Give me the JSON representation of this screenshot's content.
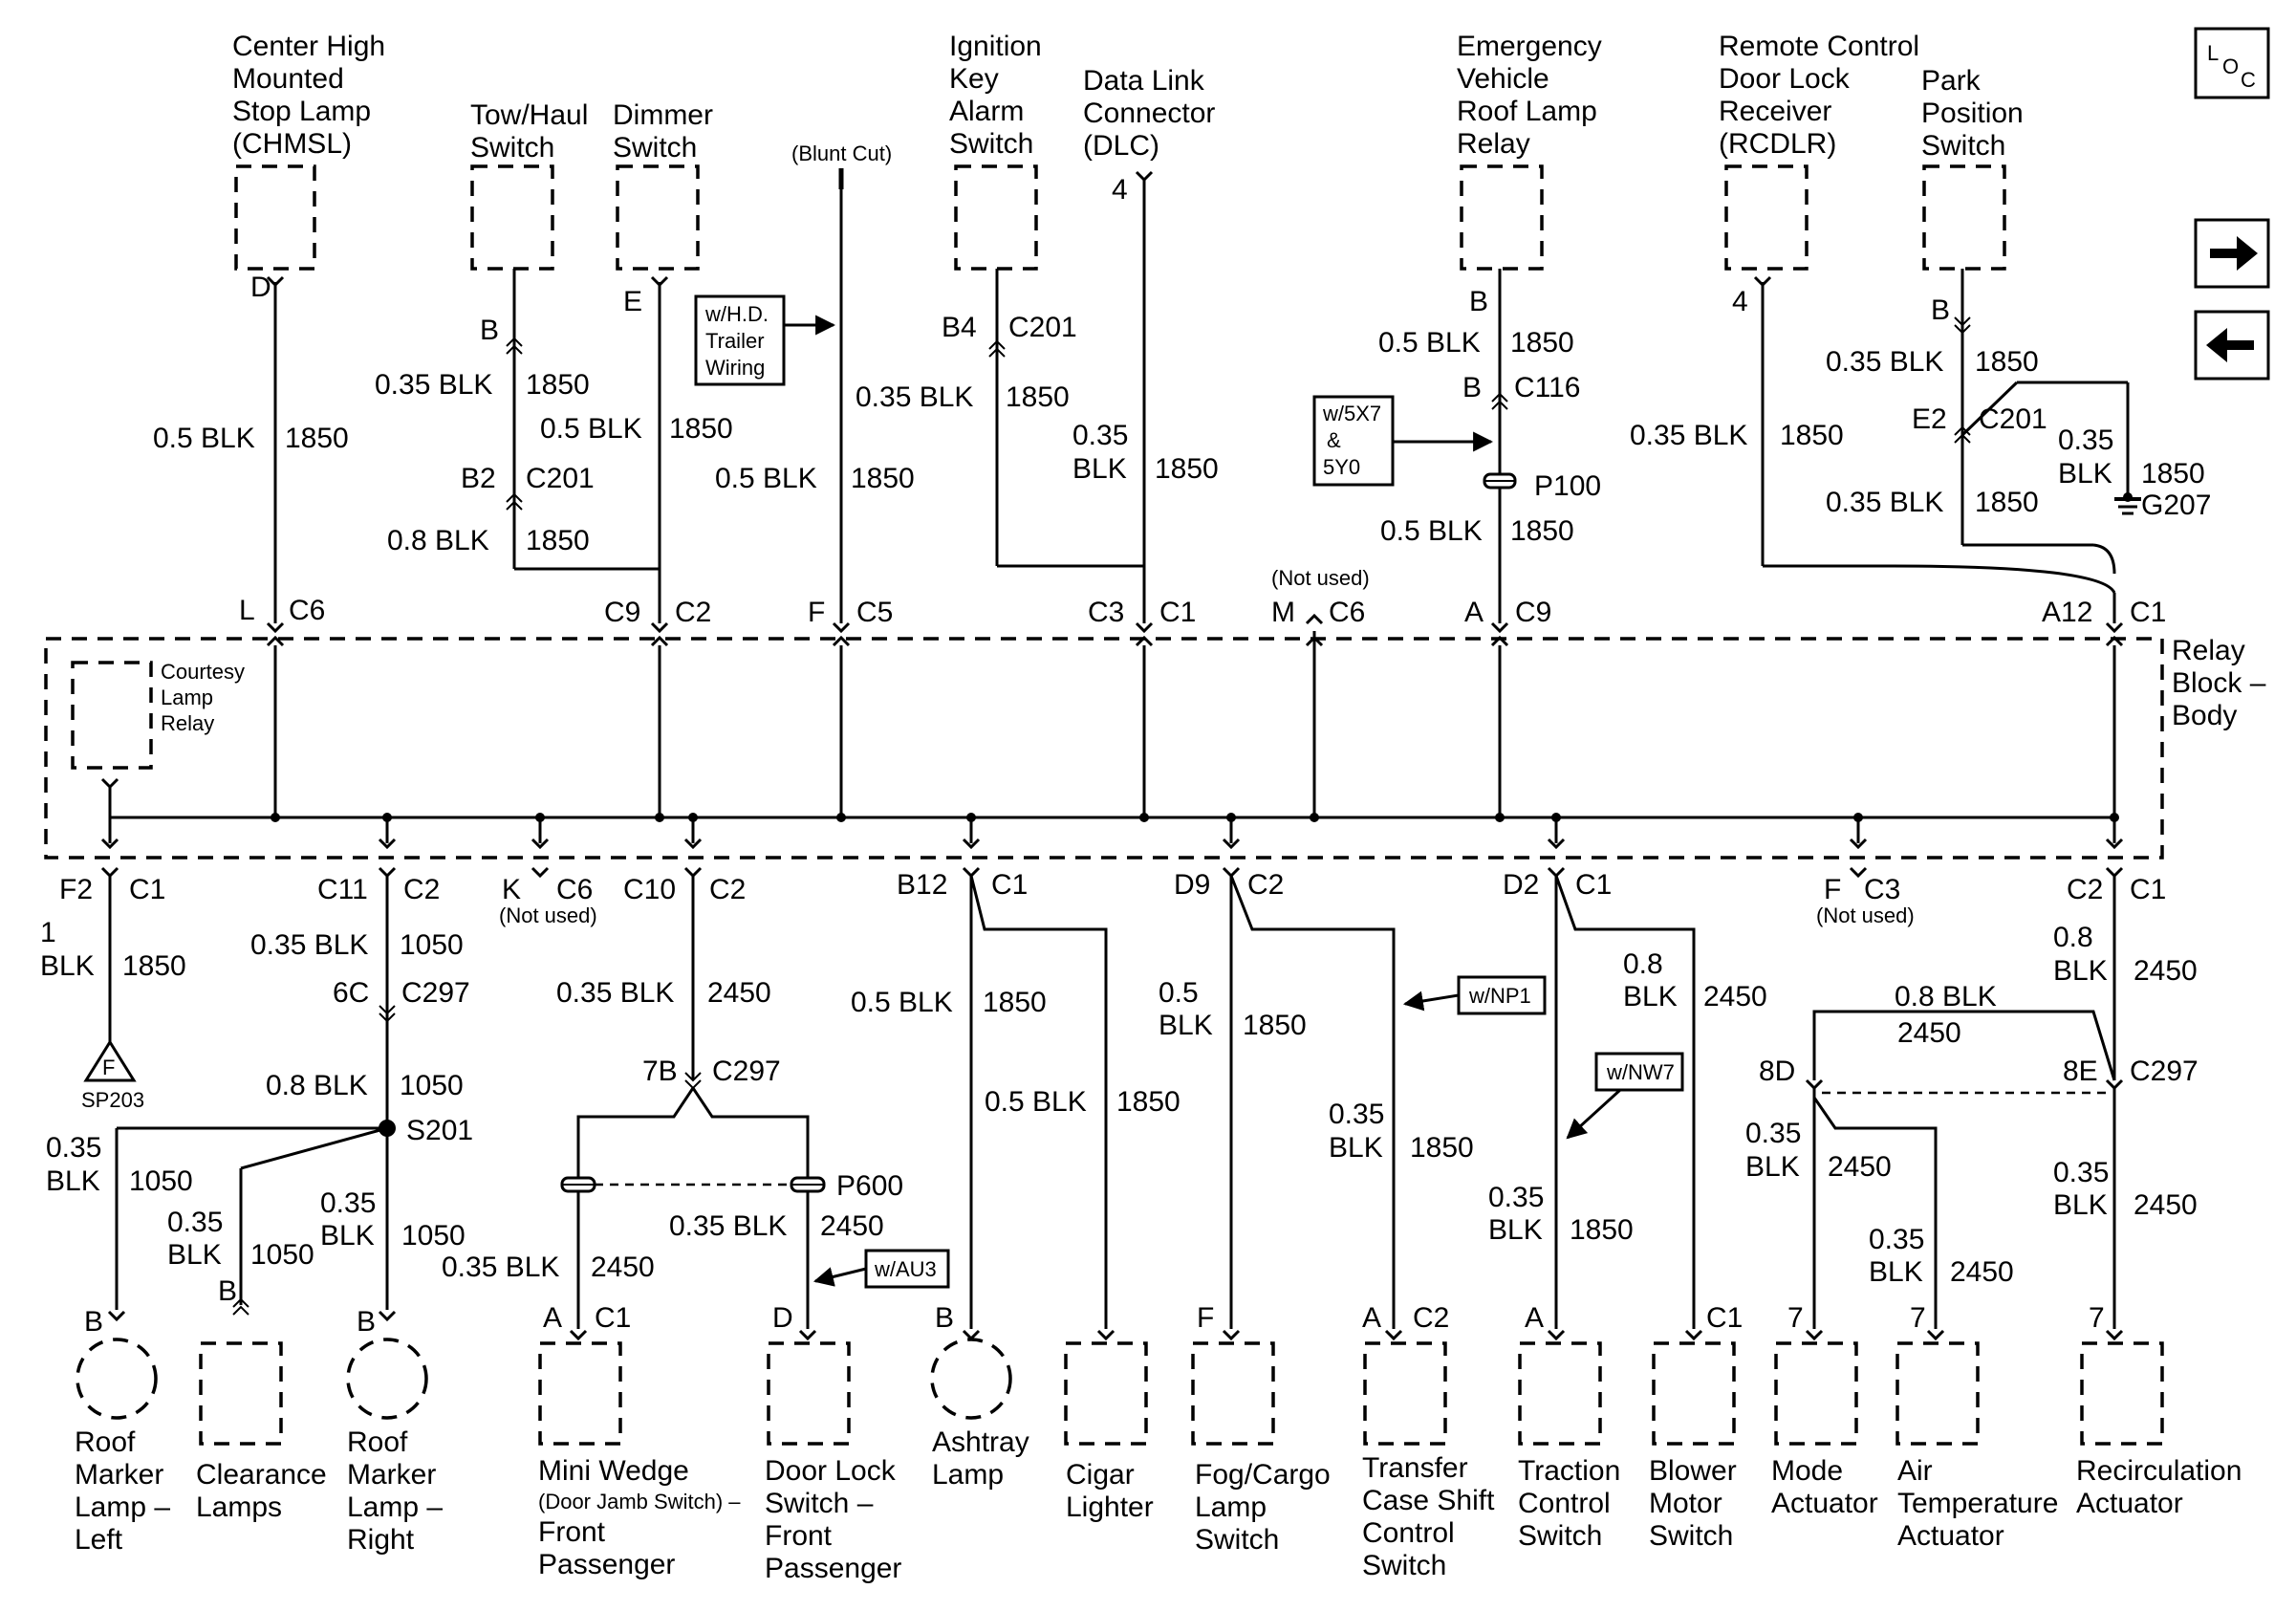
{
  "components": {
    "chmsl": [
      "Center High",
      "Mounted",
      "Stop Lamp",
      "(CHMSL)"
    ],
    "tow_haul": [
      "Tow/Haul",
      "Switch"
    ],
    "dimmer": [
      "Dimmer",
      "Switch"
    ],
    "blunt_cut": "(Blunt Cut)",
    "ignition_key": [
      "Ignition",
      "Key",
      "Alarm",
      "Switch"
    ],
    "dlc": [
      "Data Link",
      "Connector",
      "(DLC)"
    ],
    "roof_relay": [
      "Emergency",
      "Vehicle",
      "Roof Lamp",
      "Relay"
    ],
    "rcdlr": [
      "Remote Control",
      "Door Lock",
      "Receiver",
      "(RCDLR)"
    ],
    "park_switch": [
      "Park",
      "Position",
      "Switch"
    ],
    "relay_block": [
      "Relay",
      "Block –",
      "Body"
    ],
    "courtesy_relay": [
      "Courtesy",
      "Lamp",
      "Relay"
    ],
    "roof_left": [
      "Roof",
      "Marker",
      "Lamp –",
      "Left"
    ],
    "clearance": [
      "Clearance",
      "Lamps"
    ],
    "roof_right": [
      "Roof",
      "Marker",
      "Lamp –",
      "Right"
    ],
    "mini_wedge_1": "Mini Wedge",
    "mini_wedge_2": "(Door Jamb Switch) –",
    "mini_wedge_3": "Front",
    "mini_wedge_4": "Passenger",
    "door_lock": [
      "Door Lock",
      "Switch –",
      "Front",
      "Passenger"
    ],
    "ashtray": [
      "Ashtray",
      "Lamp"
    ],
    "cigar": [
      "Cigar",
      "Lighter"
    ],
    "fog": [
      "Fog/Cargo",
      "Lamp",
      "Switch"
    ],
    "transfer": [
      "Transfer",
      "Case Shift",
      "Control",
      "Switch"
    ],
    "traction": [
      "Traction",
      "Control",
      "Switch"
    ],
    "blower": [
      "Blower",
      "Motor",
      "Switch"
    ],
    "mode": [
      "Mode",
      "Actuator"
    ],
    "air_temp": [
      "Air",
      "Temperature",
      "Actuator"
    ],
    "recirc": [
      "Recirculation",
      "Actuator"
    ]
  },
  "options": {
    "hd_trailer": [
      "w/H.D.",
      "Trailer",
      "Wiring"
    ],
    "w5x7": [
      "w/5X7",
      "&",
      "5Y0"
    ],
    "np1": "w/NP1",
    "nw7": "w/NW7",
    "au3": "w/AU3"
  },
  "wires": {
    "w05blk": "0.5 BLK",
    "w035blk": "0.35 BLK",
    "w08blk": "0.8 BLK",
    "w05": "0.5",
    "w035": "0.35",
    "w08": "0.8",
    "w1": "1",
    "blk": "BLK",
    "c1850": "1850",
    "c1050": "1050",
    "c2450": "2450"
  },
  "connectors": {
    "D": "D",
    "B": "B",
    "E": "E",
    "B4": "B4",
    "C201": "C201",
    "n4": "4",
    "B2": "B2",
    "C116": "C116",
    "P100": "P100",
    "E2": "E2",
    "G207": "G207",
    "L": "L",
    "C6": "C6",
    "C9": "C9",
    "C2": "C2",
    "F": "F",
    "C5": "C5",
    "C3": "C3",
    "C1": "C1",
    "M": "M",
    "not_used": "(Not used)",
    "A": "A",
    "A12": "A12",
    "F2": "F2",
    "C11": "C11",
    "K": "K",
    "C10": "C10",
    "B12": "B12",
    "D9": "D9",
    "D2": "D2",
    "sp203": "SP203",
    "sp_f": "F",
    "C6_297": "6C",
    "C297": "C297",
    "S201": "S201",
    "n7B": "7B",
    "P600": "P600",
    "n8D": "8D",
    "n8E": "8E",
    "n7": "7"
  },
  "loc_icon": "LOC"
}
